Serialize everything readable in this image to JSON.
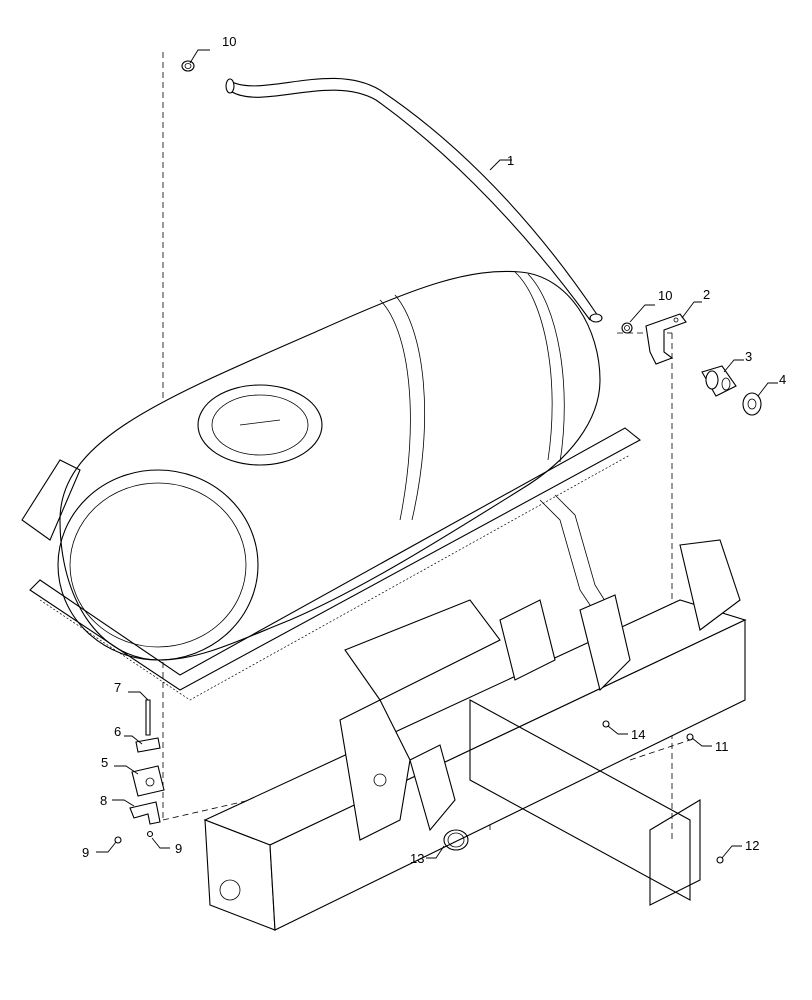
{
  "diagram": {
    "callouts": [
      {
        "id": "c1",
        "label": "1"
      },
      {
        "id": "c2",
        "label": "2"
      },
      {
        "id": "c3",
        "label": "3"
      },
      {
        "id": "c4",
        "label": "4"
      },
      {
        "id": "c5",
        "label": "5"
      },
      {
        "id": "c6",
        "label": "6"
      },
      {
        "id": "c7",
        "label": "7"
      },
      {
        "id": "c8",
        "label": "8"
      },
      {
        "id": "c9a",
        "label": "9"
      },
      {
        "id": "c9b",
        "label": "9"
      },
      {
        "id": "c10a",
        "label": "10"
      },
      {
        "id": "c10b",
        "label": "10"
      },
      {
        "id": "c11",
        "label": "11"
      },
      {
        "id": "c12",
        "label": "12"
      },
      {
        "id": "c13",
        "label": "13"
      },
      {
        "id": "c14",
        "label": "14"
      }
    ]
  }
}
